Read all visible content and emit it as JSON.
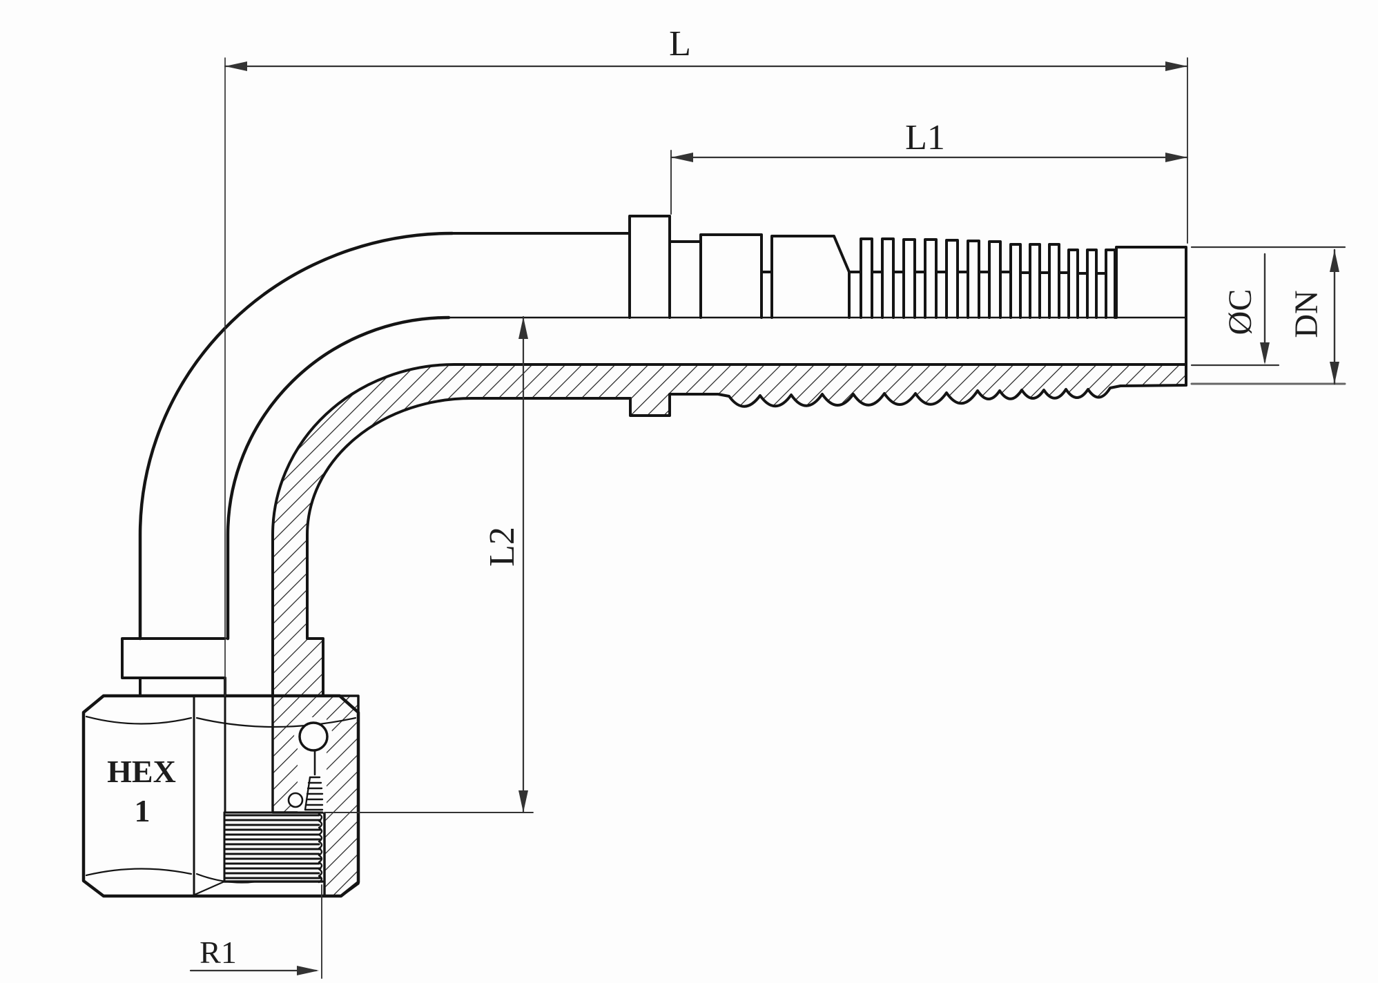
{
  "page": {
    "background": "#fdfdfd"
  },
  "drawing": {
    "kind": "technical-drawing",
    "subject": "90-degree elbow hose fitting with female swivel nut, half-section view",
    "line_color": "#141414",
    "dimension_color": "#333333",
    "labels": {
      "overall_length": "L",
      "tail_length": "L1",
      "drop_length": "L2",
      "tail_diameter": "ØC",
      "nominal_bore": "DN",
      "hex_word": "HEX",
      "hex_index": "1",
      "thread_radius": "R1"
    }
  }
}
